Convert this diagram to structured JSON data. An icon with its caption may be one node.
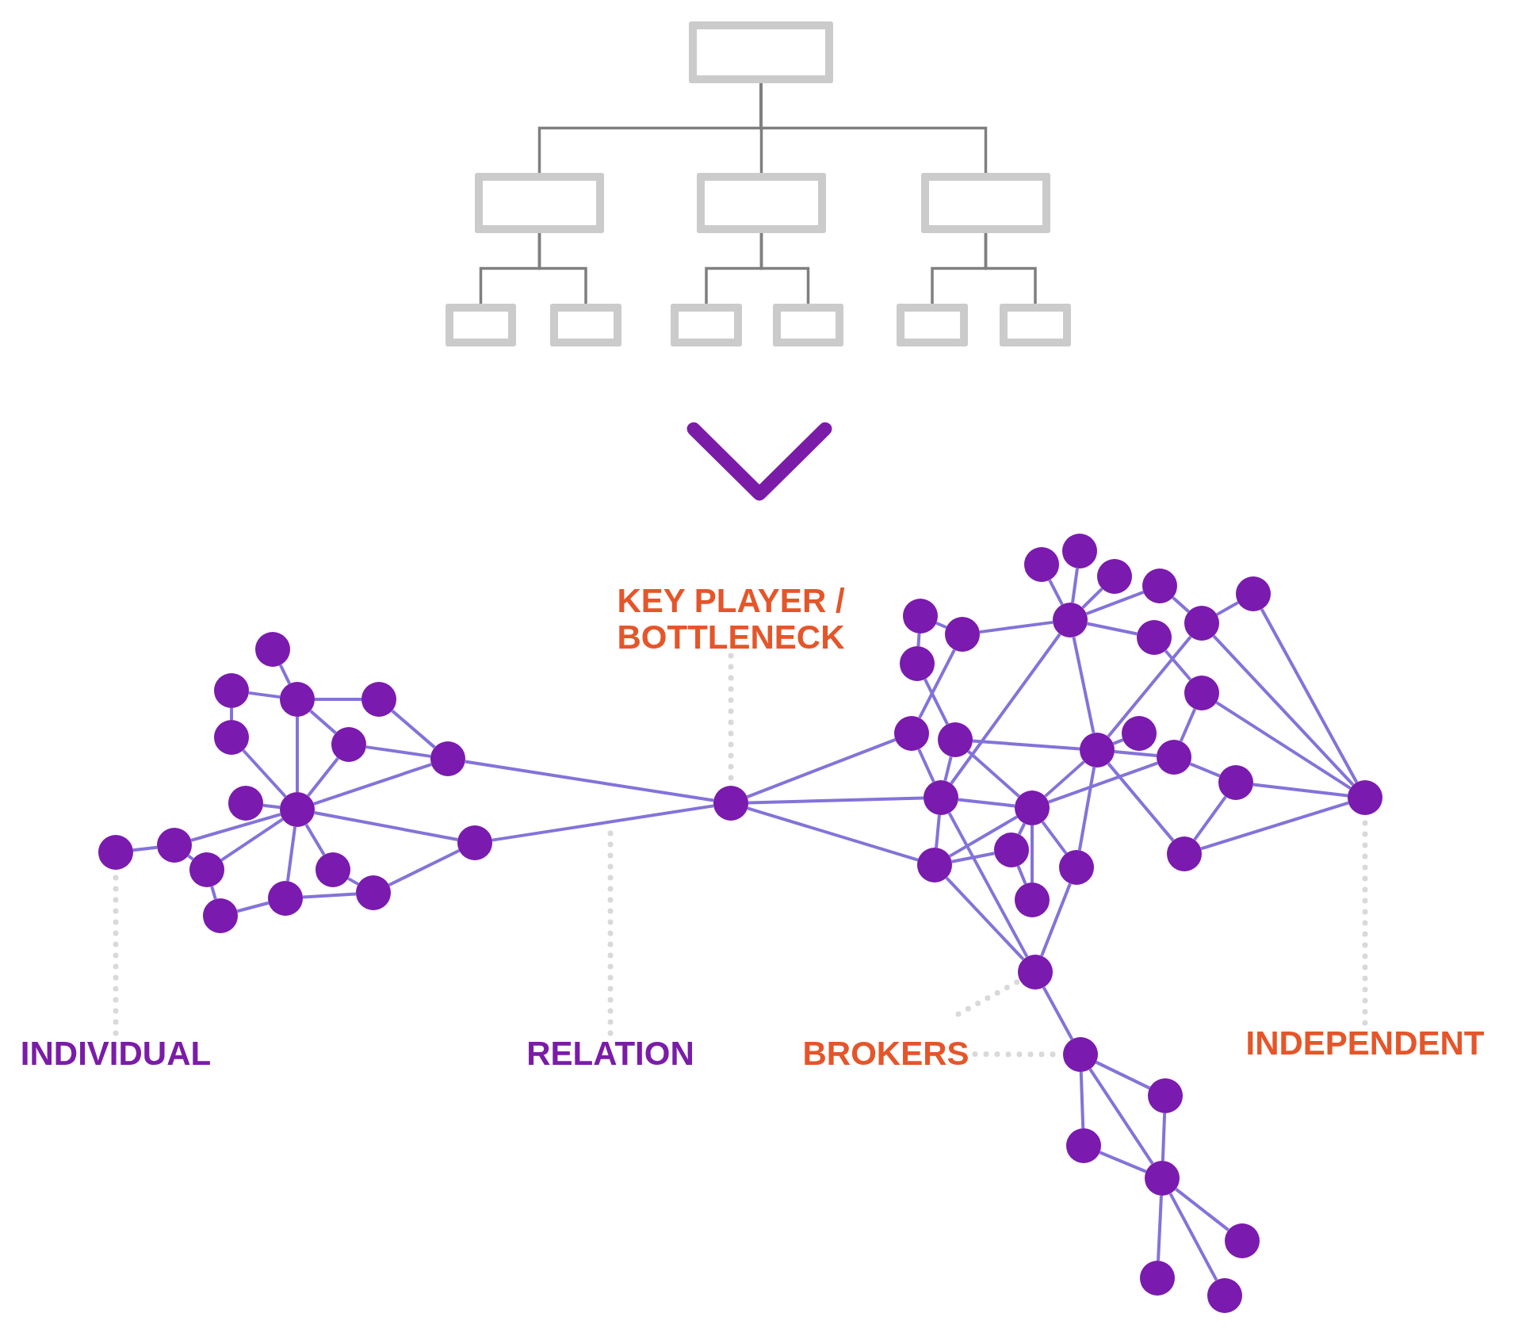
{
  "diagram": {
    "nodes": [
      {
        "text": [],
        "shape": "box"
      },
      {
        "text": [],
        "shape": "box"
      },
      {
        "text": [],
        "shape": "box"
      },
      {
        "text": [],
        "shape": "box"
      },
      {
        "text": [],
        "shape": "box"
      },
      {
        "text": [],
        "shape": "box"
      },
      {
        "text": [],
        "shape": "box"
      },
      {
        "text": [],
        "shape": "box"
      },
      {
        "text": [],
        "shape": "box"
      },
      {
        "text": [],
        "shape": "box"
      },
      {
        "text": [
          "KEY PLAYER / BOTTLENECK"
        ]
      },
      {
        "text": [],
        "shape": "circle"
      },
      {
        "text": [],
        "shape": "circle"
      },
      {
        "text": [],
        "shape": "circle"
      },
      {
        "text": [],
        "shape": "circle"
      },
      {
        "text": [],
        "shape": "circle"
      },
      {
        "text": [],
        "shape": "circle"
      },
      {
        "text": [],
        "shape": "circle"
      },
      {
        "text": [],
        "shape": "circle"
      },
      {
        "text": [],
        "shape": "circle"
      },
      {
        "text": [],
        "shape": "circle"
      },
      {
        "text": [],
        "shape": "circle"
      },
      {
        "text": [],
        "shape": "circle"
      },
      {
        "text": [],
        "shape": "circle"
      },
      {
        "text": [],
        "shape": "circle"
      },
      {
        "text": [],
        "shape": "circle"
      },
      {
        "text": [],
        "shape": "circle"
      },
      {
        "text": [],
        "shape": "circle"
      },
      {
        "text": [],
        "shape": "circle"
      },
      {
        "text": [],
        "shape": "circle"
      },
      {
        "text": [],
        "shape": "circle"
      },
      {
        "text": [],
        "shape": "circle"
      },
      {
        "text": [],
        "shape": "circle"
      },
      {
        "text": [],
        "shape": "circle"
      },
      {
        "text": [],
        "shape": "circle"
      },
      {
        "text": [],
        "shape": "circle"
      },
      {
        "text": [],
        "shape": "circle"
      },
      {
        "text": [],
        "shape": "circle"
      },
      {
        "text": [],
        "shape": "circle"
      },
      {
        "text": [],
        "shape": "circle"
      },
      {
        "text": [],
        "shape": "circle"
      },
      {
        "text": [],
        "shape": "circle"
      },
      {
        "text": [],
        "shape": "circle"
      },
      {
        "text": [],
        "shape": "circle"
      },
      {
        "text": [],
        "shape": "circle"
      },
      {
        "text": [],
        "shape": "circle"
      },
      {
        "text": [],
        "shape": "circle"
      },
      {
        "text": [],
        "shape": "circle"
      },
      {
        "text": [],
        "shape": "circle"
      },
      {
        "text": [],
        "shape": "circle"
      },
      {
        "text": [],
        "shape": "circle"
      },
      {
        "text": [],
        "shape": "circle"
      },
      {
        "text": [],
        "shape": "circle"
      },
      {
        "text": [],
        "shape": "circle"
      },
      {
        "text": [],
        "shape": "circle"
      },
      {
        "text": [],
        "shape": "circle"
      },
      {
        "text": [],
        "shape": "circle"
      },
      {
        "text": [],
        "shape": "circle"
      },
      {
        "text": [],
        "shape": "circle"
      },
      {
        "text": [],
        "shape": "circle"
      },
      {
        "text": [],
        "shape": "circle"
      },
      {
        "text": [],
        "shape": "circle"
      },
      {
        "text": [],
        "shape": "circle"
      },
      {
        "text": [
          "INDEPENDENT"
        ]
      },
      {
        "text": [
          "INDIVIDUAL"
        ]
      },
      {
        "text": [
          "RELATION"
        ]
      },
      {
        "text": [
          "BROKERS"
        ]
      }
    ],
    "edges": [
      {
        "from": 0,
        "to": 1,
        "arrow": "none",
        "color": "#7f7f7f"
      },
      {
        "from": 0,
        "to": 2,
        "arrow": "none",
        "color": "#7f7f7f"
      },
      {
        "from": 0,
        "to": 3,
        "arrow": "none",
        "color": "#7f7f7f"
      },
      {
        "from": 1,
        "to": 4,
        "arrow": "none",
        "color": "#7f7f7f"
      },
      {
        "from": 1,
        "to": 5,
        "arrow": "none",
        "color": "#7f7f7f"
      },
      {
        "from": 2,
        "to": 6,
        "arrow": "none",
        "color": "#7f7f7f"
      },
      {
        "from": 2,
        "to": 7,
        "arrow": "none",
        "color": "#7f7f7f"
      },
      {
        "from": 3,
        "to": 8,
        "arrow": "none",
        "color": "#7f7f7f"
      },
      {
        "from": 3,
        "to": 9,
        "arrow": "none",
        "color": "#7f7f7f"
      },
      {
        "from": 11,
        "to": 13,
        "arrow": "none"
      },
      {
        "from": 12,
        "to": 13,
        "arrow": "none"
      },
      {
        "from": 13,
        "to": 14,
        "arrow": "none"
      },
      {
        "from": 12,
        "to": 15,
        "arrow": "none"
      },
      {
        "from": 13,
        "to": 16,
        "arrow": "none"
      },
      {
        "from": 13,
        "to": 19,
        "arrow": "none"
      },
      {
        "from": 14,
        "to": 17,
        "arrow": "none"
      },
      {
        "from": 16,
        "to": 17,
        "arrow": "none"
      },
      {
        "from": 17,
        "to": 28,
        "arrow": "none"
      },
      {
        "from": 15,
        "to": 19,
        "arrow": "none"
      },
      {
        "from": 16,
        "to": 19,
        "arrow": "none"
      },
      {
        "from": 17,
        "to": 19,
        "arrow": "none"
      },
      {
        "from": 18,
        "to": 19,
        "arrow": "none"
      },
      {
        "from": 19,
        "to": 20,
        "arrow": "none"
      },
      {
        "from": 20,
        "to": 28,
        "arrow": "none"
      },
      {
        "from": 21,
        "to": 22,
        "arrow": "none"
      },
      {
        "from": 22,
        "to": 19,
        "arrow": "none"
      },
      {
        "from": 22,
        "to": 23,
        "arrow": "none"
      },
      {
        "from": 23,
        "to": 19,
        "arrow": "none"
      },
      {
        "from": 19,
        "to": 26,
        "arrow": "none"
      },
      {
        "from": 19,
        "to": 24,
        "arrow": "none"
      },
      {
        "from": 23,
        "to": 27,
        "arrow": "none"
      },
      {
        "from": 27,
        "to": 26,
        "arrow": "none"
      },
      {
        "from": 26,
        "to": 25,
        "arrow": "none"
      },
      {
        "from": 24,
        "to": 25,
        "arrow": "none"
      },
      {
        "from": 25,
        "to": 20,
        "arrow": "none"
      },
      {
        "from": 30,
        "to": 35,
        "arrow": "none"
      },
      {
        "from": 29,
        "to": 35,
        "arrow": "none"
      },
      {
        "from": 31,
        "to": 35,
        "arrow": "none"
      },
      {
        "from": 32,
        "to": 35,
        "arrow": "none"
      },
      {
        "from": 34,
        "to": 37,
        "arrow": "none"
      },
      {
        "from": 37,
        "to": 35,
        "arrow": "none"
      },
      {
        "from": 35,
        "to": 38,
        "arrow": "none"
      },
      {
        "from": 32,
        "to": 36,
        "arrow": "none"
      },
      {
        "from": 36,
        "to": 33,
        "arrow": "none"
      },
      {
        "from": 33,
        "to": 48,
        "arrow": "none"
      },
      {
        "from": 36,
        "to": 48,
        "arrow": "none"
      },
      {
        "from": 34,
        "to": 39,
        "arrow": "none"
      },
      {
        "from": 37,
        "to": 41,
        "arrow": "none"
      },
      {
        "from": 39,
        "to": 43,
        "arrow": "none"
      },
      {
        "from": 35,
        "to": 47,
        "arrow": "none"
      },
      {
        "from": 35,
        "to": 44,
        "arrow": "none"
      },
      {
        "from": 38,
        "to": 40,
        "arrow": "none"
      },
      {
        "from": 40,
        "to": 45,
        "arrow": "none"
      },
      {
        "from": 40,
        "to": 48,
        "arrow": "none"
      },
      {
        "from": 36,
        "to": 44,
        "arrow": "none"
      },
      {
        "from": 44,
        "to": 49,
        "arrow": "none"
      },
      {
        "from": 49,
        "to": 50,
        "arrow": "none"
      },
      {
        "from": 43,
        "to": 44,
        "arrow": "none"
      },
      {
        "from": 43,
        "to": 49,
        "arrow": "none"
      },
      {
        "from": 43,
        "to": 47,
        "arrow": "none"
      },
      {
        "from": 41,
        "to": 47,
        "arrow": "none"
      },
      {
        "from": 41,
        "to": 28,
        "arrow": "none"
      },
      {
        "from": 47,
        "to": 49,
        "arrow": "none"
      },
      {
        "from": 47,
        "to": 28,
        "arrow": "none"
      },
      {
        "from": 47,
        "to": 52,
        "arrow": "none"
      },
      {
        "from": 47,
        "to": 55,
        "arrow": "none"
      },
      {
        "from": 52,
        "to": 28,
        "arrow": "none"
      },
      {
        "from": 52,
        "to": 49,
        "arrow": "none"
      },
      {
        "from": 52,
        "to": 50,
        "arrow": "none"
      },
      {
        "from": 52,
        "to": 55,
        "arrow": "none"
      },
      {
        "from": 49,
        "to": 54,
        "arrow": "none"
      },
      {
        "from": 50,
        "to": 54,
        "arrow": "none"
      },
      {
        "from": 49,
        "to": 53,
        "arrow": "none"
      },
      {
        "from": 44,
        "to": 53,
        "arrow": "none"
      },
      {
        "from": 49,
        "to": 45,
        "arrow": "none"
      },
      {
        "from": 44,
        "to": 45,
        "arrow": "none"
      },
      {
        "from": 44,
        "to": 42,
        "arrow": "none"
      },
      {
        "from": 44,
        "to": 51,
        "arrow": "none"
      },
      {
        "from": 45,
        "to": 46,
        "arrow": "none"
      },
      {
        "from": 46,
        "to": 48,
        "arrow": "none"
      },
      {
        "from": 46,
        "to": 51,
        "arrow": "none"
      },
      {
        "from": 51,
        "to": 48,
        "arrow": "none"
      },
      {
        "from": 53,
        "to": 55,
        "arrow": "none"
      },
      {
        "from": 55,
        "to": 56,
        "arrow": "none"
      },
      {
        "from": 56,
        "to": 57,
        "arrow": "none"
      },
      {
        "from": 56,
        "to": 58,
        "arrow": "none"
      },
      {
        "from": 56,
        "to": 59,
        "arrow": "none"
      },
      {
        "from": 57,
        "to": 59,
        "arrow": "none"
      },
      {
        "from": 58,
        "to": 59,
        "arrow": "none"
      },
      {
        "from": 59,
        "to": 60,
        "arrow": "none"
      },
      {
        "from": 59,
        "to": 61,
        "arrow": "none"
      },
      {
        "from": 59,
        "to": 62,
        "arrow": "none"
      },
      {
        "from": 10,
        "to": 28,
        "arrow": "none",
        "style": "dashed",
        "color": "#d9d9d9"
      },
      {
        "from": 64,
        "to": 21,
        "arrow": "none",
        "style": "dashed",
        "color": "#d9d9d9"
      },
      {
        "from": 65,
        "to": null,
        "arrow": "none",
        "style": "dashed",
        "color": "#d9d9d9"
      },
      {
        "from": 66,
        "to": 55,
        "arrow": "none",
        "style": "dashed",
        "color": "#d9d9d9"
      },
      {
        "from": 66,
        "to": 56,
        "arrow": "none",
        "style": "dashed",
        "color": "#d9d9d9"
      },
      {
        "from": 63,
        "to": 48,
        "arrow": "none",
        "style": "dashed",
        "color": "#d9d9d9"
      }
    ]
  }
}
